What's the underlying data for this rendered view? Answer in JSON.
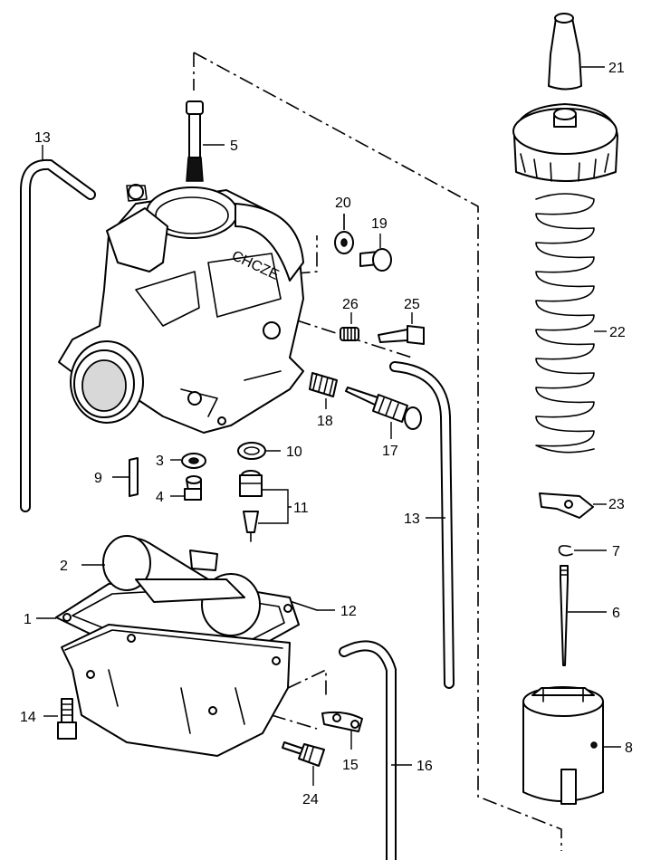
{
  "figure": {
    "callouts": [
      {
        "id": "c1",
        "text": "1"
      },
      {
        "id": "c2",
        "text": "2"
      },
      {
        "id": "c3",
        "text": "3"
      },
      {
        "id": "c4",
        "text": "4"
      },
      {
        "id": "c5",
        "text": "5"
      },
      {
        "id": "c6",
        "text": "6"
      },
      {
        "id": "c7",
        "text": "7"
      },
      {
        "id": "c8",
        "text": "8"
      },
      {
        "id": "c9",
        "text": "9"
      },
      {
        "id": "c10",
        "text": "10"
      },
      {
        "id": "c11",
        "text": "11"
      },
      {
        "id": "c12",
        "text": "12"
      },
      {
        "id": "c13a",
        "text": "13"
      },
      {
        "id": "c13b",
        "text": "13"
      },
      {
        "id": "c14",
        "text": "14"
      },
      {
        "id": "c15",
        "text": "15"
      },
      {
        "id": "c16",
        "text": "16"
      },
      {
        "id": "c17",
        "text": "17"
      },
      {
        "id": "c18",
        "text": "18"
      },
      {
        "id": "c19",
        "text": "19"
      },
      {
        "id": "c20",
        "text": "20"
      },
      {
        "id": "c21",
        "text": "21"
      },
      {
        "id": "c22",
        "text": "22"
      },
      {
        "id": "c23",
        "text": "23"
      },
      {
        "id": "c24",
        "text": "24"
      },
      {
        "id": "c25",
        "text": "25"
      },
      {
        "id": "c26",
        "text": "26"
      }
    ],
    "body_stamp": "CHCZE"
  }
}
